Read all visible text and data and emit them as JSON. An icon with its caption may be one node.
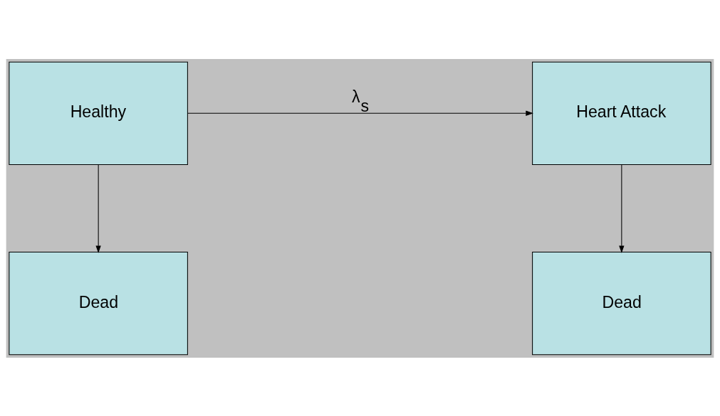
{
  "diagram": {
    "nodes": [
      {
        "text": [
          "Healthy"
        ]
      },
      {
        "text": [
          "Heart Attack"
        ]
      },
      {
        "text": [
          "Dead"
        ]
      },
      {
        "text": [
          "Dead"
        ]
      }
    ],
    "edges": [
      {
        "from": 0,
        "to": 1,
        "arrow": "to",
        "label": "λ$_{s}$"
      },
      {
        "from": 0,
        "to": 2,
        "arrow": "to"
      },
      {
        "from": 1,
        "to": 3,
        "arrow": "to"
      }
    ]
  }
}
